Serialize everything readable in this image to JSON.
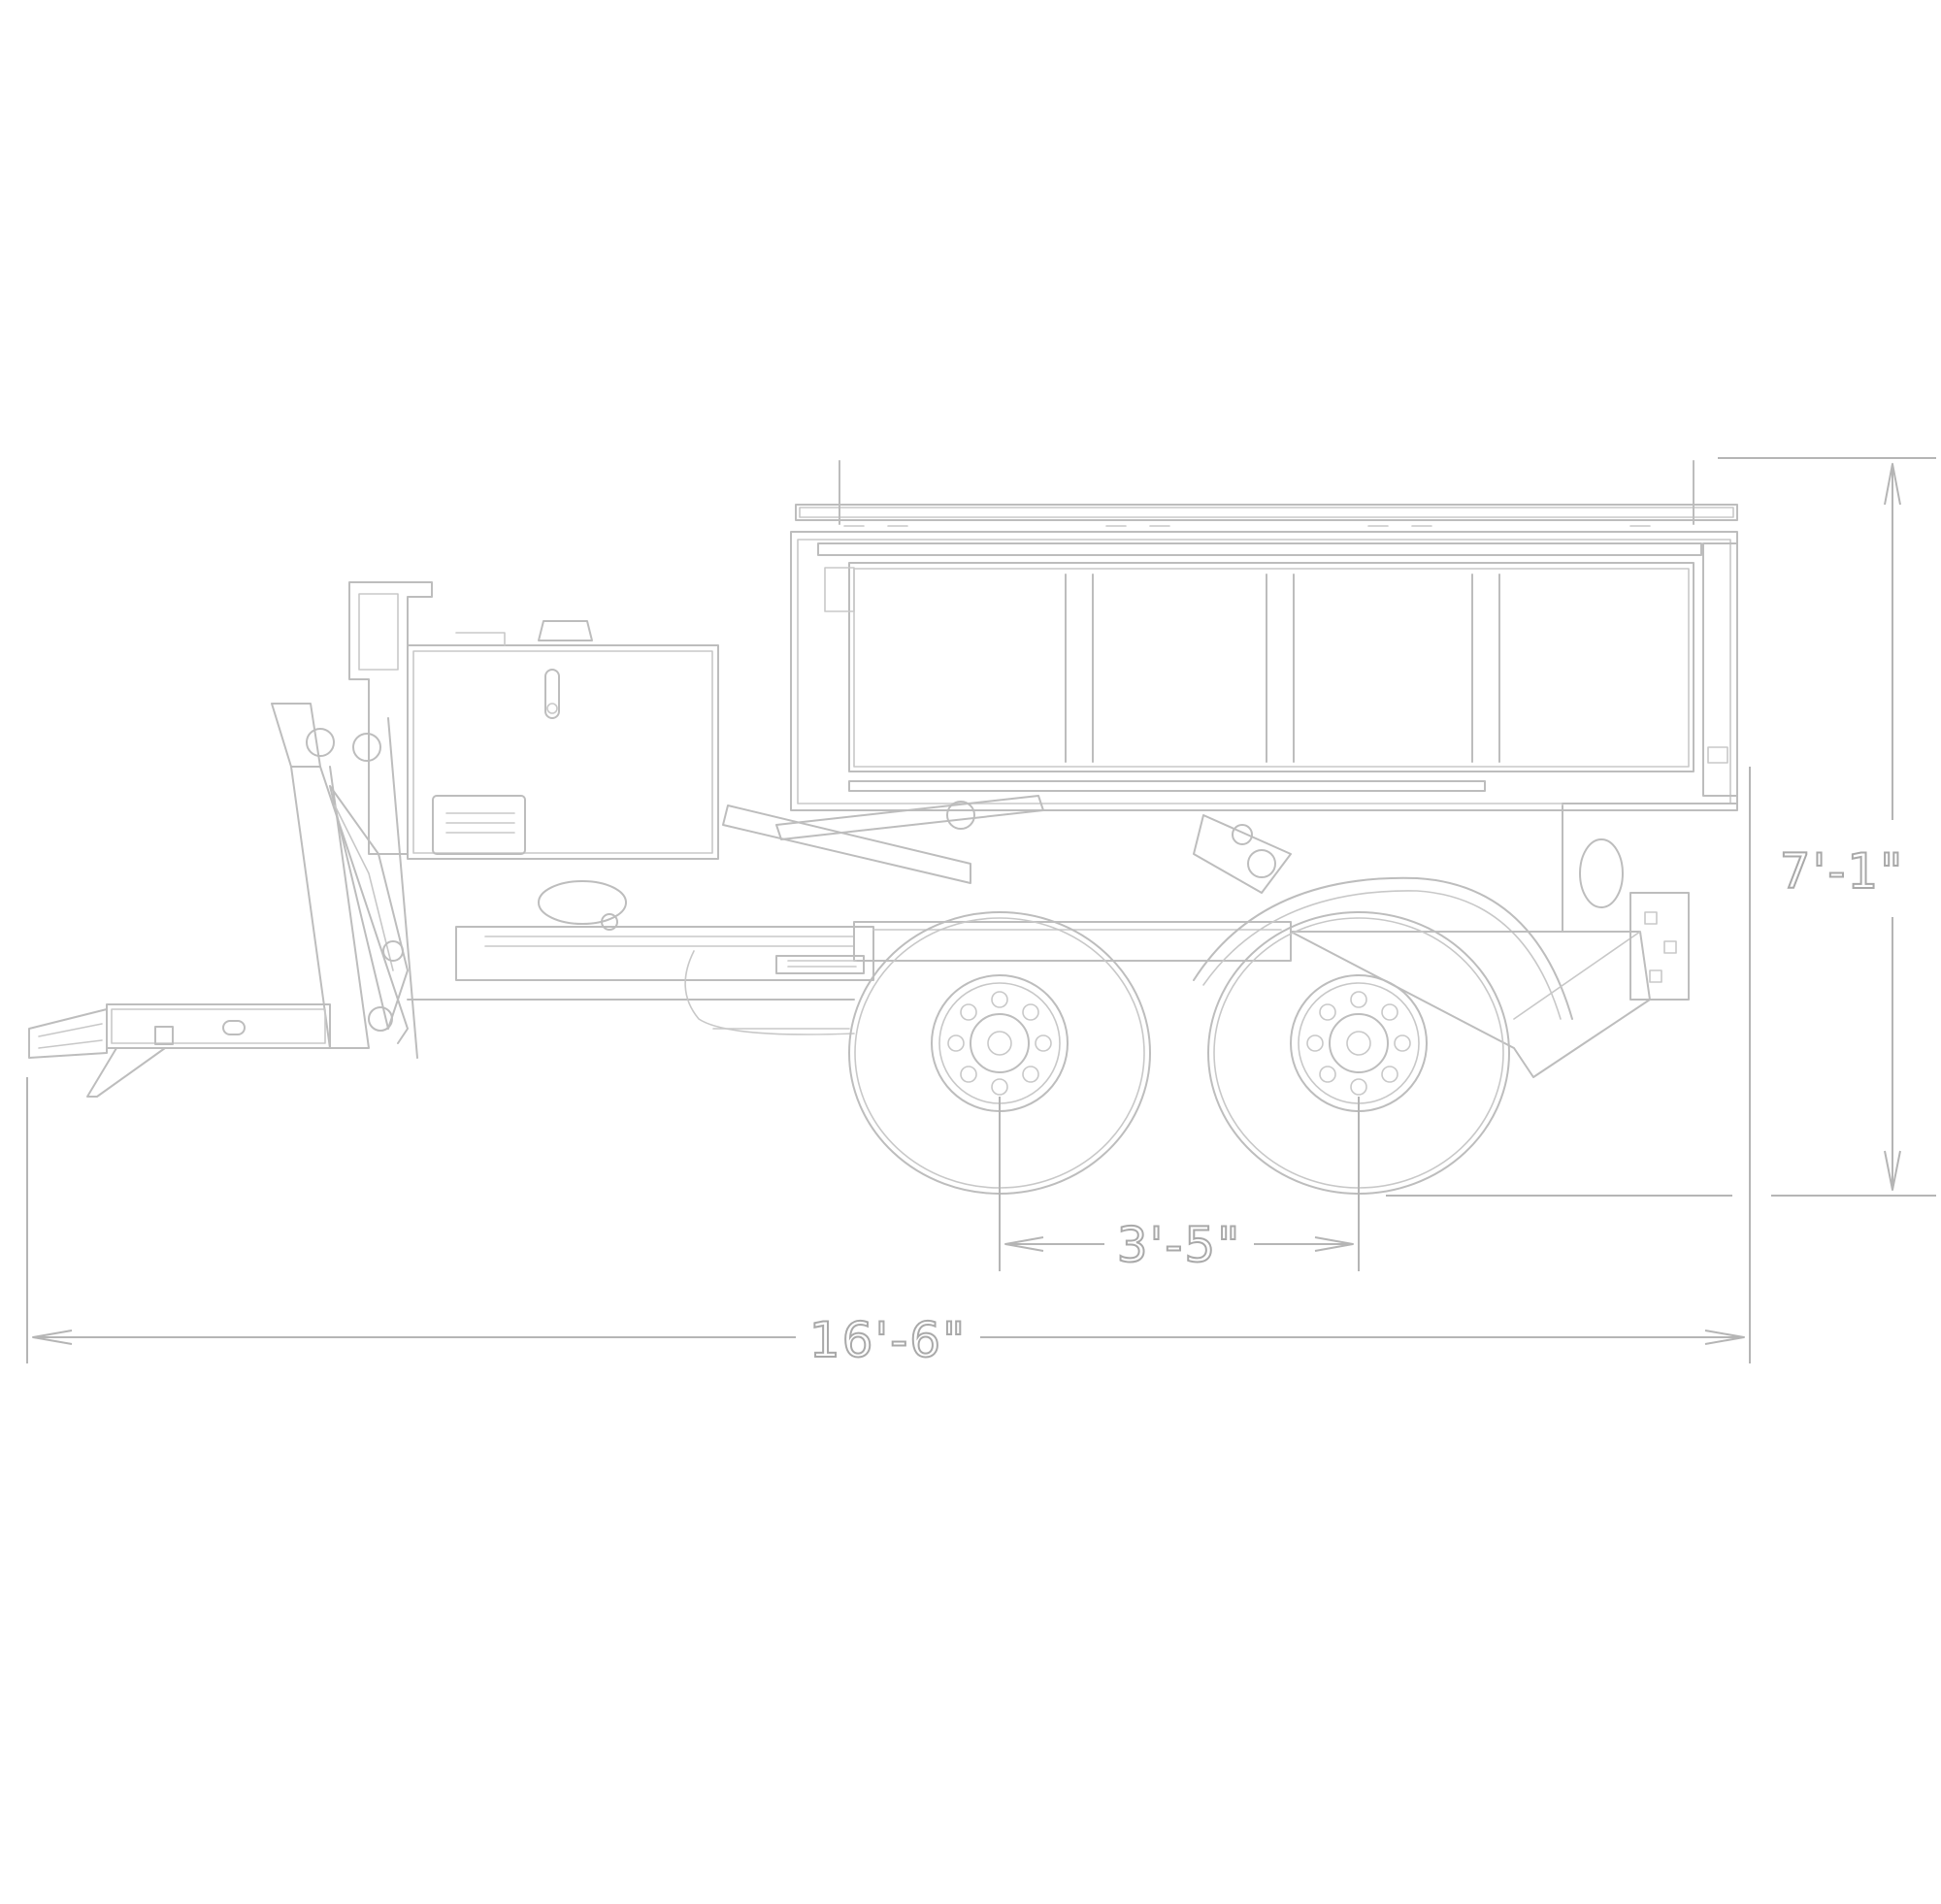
{
  "dimensions": {
    "overall_length": "16'-6\"",
    "overall_height": "7'-1\"",
    "axle_spacing": "3'-5\""
  },
  "colors": {
    "background": "#ffffff",
    "line": "#bdbdbd"
  }
}
